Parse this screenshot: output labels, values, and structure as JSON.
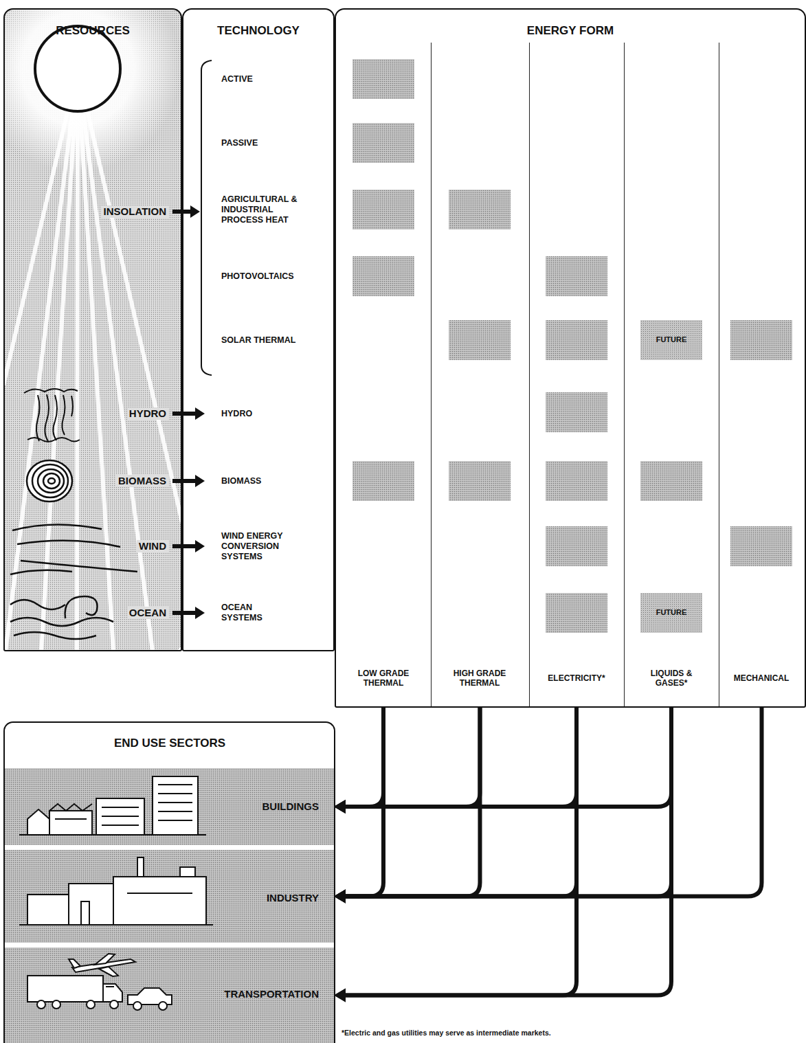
{
  "diagram": {
    "nodes": [
      {
        "text": [
          "RESOURCES",
          "INSOLATION",
          "HYDRO",
          "BIOMASS",
          "WIND",
          "OCEAN"
        ]
      },
      {
        "text": [
          "TECHNOLOGY",
          "ACTIVE",
          "PASSIVE",
          "AGRICULTURAL & INDUSTRIAL PROCESS HEAT",
          "PHOTOVOLTAICS",
          "SOLAR THERMAL",
          "HYDRO",
          "BIOMASS",
          "WIND ENERGY CONVERSION SYSTEMS",
          "OCEAN SYSTEMS"
        ]
      },
      {
        "text": [
          "ENERGY FORM"
        ]
      },
      {
        "text": [
          "LOW GRADE THERMAL"
        ],
        "in": 2
      },
      {
        "text": [
          "HIGH GRADE THERMAL"
        ],
        "in": 2
      },
      {
        "text": [
          "ELECTRICITY*"
        ],
        "in": 2
      },
      {
        "text": [
          "LIQUIDS & GASES*"
        ],
        "in": 2
      },
      {
        "text": [
          "FUTURE"
        ],
        "in": 6
      },
      {
        "text": [
          "FUTURE"
        ],
        "in": 6
      },
      {
        "text": [
          "MECHANICAL"
        ],
        "in": 2
      },
      {
        "text": [
          "END USE SECTORS"
        ]
      },
      {
        "text": [
          "BUILDINGS"
        ],
        "in": 10
      },
      {
        "text": [
          "INDUSTRY"
        ],
        "in": 10
      },
      {
        "text": [
          "TRANSPORTATION"
        ],
        "in": 10
      }
    ],
    "edges": [
      {
        "from": 3,
        "to": 11,
        "arrow": "to"
      },
      {
        "from": 3,
        "to": 12,
        "arrow": "to"
      },
      {
        "from": 4,
        "to": 11,
        "arrow": "to"
      },
      {
        "from": 4,
        "to": 12,
        "arrow": "to"
      },
      {
        "from": 5,
        "to": 11,
        "arrow": "to"
      },
      {
        "from": 5,
        "to": 12,
        "arrow": "to"
      },
      {
        "from": 5,
        "to": 13,
        "arrow": "to"
      },
      {
        "from": 6,
        "to": 11,
        "arrow": "to"
      },
      {
        "from": 6,
        "to": 12,
        "arrow": "to"
      },
      {
        "from": 6,
        "to": 13,
        "arrow": "to"
      },
      {
        "from": 9,
        "to": 12,
        "arrow": "to"
      }
    ],
    "labels": [
      "*Electric and gas utilities may serve as intermediate markets."
    ]
  }
}
